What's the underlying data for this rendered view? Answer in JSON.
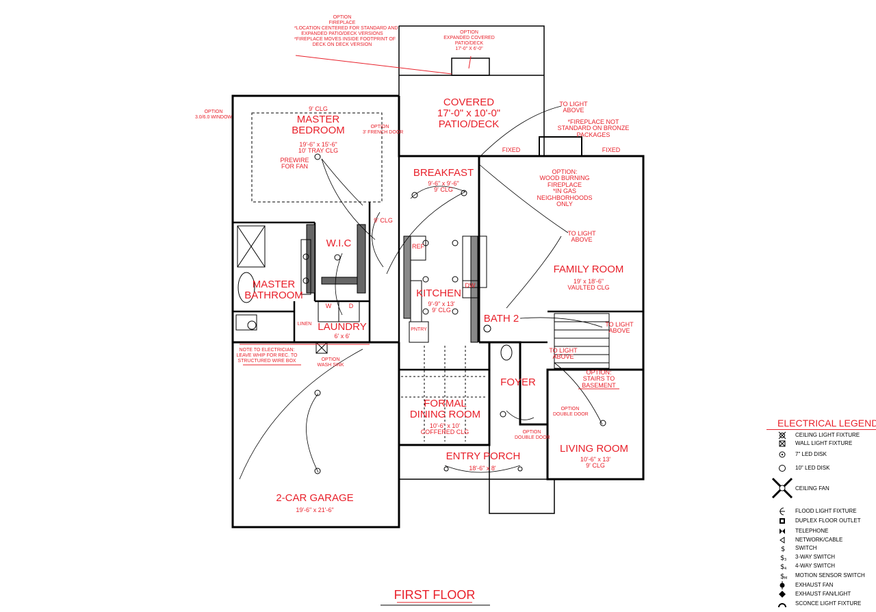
{
  "rooms": {
    "master_bedroom": {
      "name_line1": "MASTER",
      "name_line2": "BEDROOM",
      "dims": "19'-6\" x 15'-6\"",
      "ceiling": "10' TRAY CLG",
      "prewire1": "PREWIRE",
      "prewire2": "FOR FAN",
      "clg_note": "9' CLG"
    },
    "covered_patio": {
      "name": "COVERED",
      "dims": "17'-0\" x 10'-0\"",
      "name2": "PATIO/DECK"
    },
    "breakfast": {
      "name": "BREAKFAST",
      "dims": "9'-6\" x 9'-6\"",
      "ceiling": "9' CLG"
    },
    "wic": {
      "name": "W.I.C"
    },
    "master_bathroom": {
      "name_line1": "MASTER",
      "name_line2": "BATHROOM"
    },
    "laundry": {
      "name": "LAUNDRY",
      "dims": "6' x 6'",
      "w": "W",
      "d": "D",
      "linen": "LINEN"
    },
    "kitchen": {
      "name": "KITCHEN",
      "dims": "9'-9\" x 13'",
      "ceiling": "9' CLG",
      "ref": "REF",
      "dw": "DW",
      "pantry": "PNTRY"
    },
    "family_room": {
      "name": "FAMILY ROOM",
      "dims": "19' x 18'-6\"",
      "ceiling": "VAULTED CLG"
    },
    "bath2": {
      "name": "BATH 2"
    },
    "foyer": {
      "name": "FOYER"
    },
    "formal_dining": {
      "name_line1": "FORMAL",
      "name_line2": "DINING ROOM",
      "dims": "10'-6\" x 10'",
      "ceiling": "COFFERED CLG"
    },
    "entry_porch": {
      "name": "ENTRY PORCH",
      "dims": "18'-6\" x 8'"
    },
    "living_room": {
      "name": "LIVING ROOM",
      "dims": "10'-6\" x 13'",
      "ceiling": "9' CLG"
    },
    "garage": {
      "name": "2-CAR GARAGE",
      "dims": "19'-6\" x 21'-6\""
    }
  },
  "notes": {
    "fireplace_option": [
      "OPTION",
      "FIREPLACE",
      "*LOCATION CENTERED FOR STANDARD AND",
      "EXPANDED PATIO/DECK VERSIONS",
      "*FIREPLACE MOVES INSIDE FOOTPRINT OF",
      "DECK ON DECK VERSION"
    ],
    "expanded_patio": [
      "OPTION",
      "EXPANDED COVERED",
      "PATIO/DECK",
      "17'-0\" X 6'-0\""
    ],
    "window_option": [
      "OPTION",
      "3.0/6.0 WINDOW"
    ],
    "french_door": [
      "OPTION",
      "3' FRENCH DOOR"
    ],
    "to_light_above": [
      "TO LIGHT",
      "ABOVE"
    ],
    "fireplace_not_standard": [
      "*FIREPLACE NOT",
      "STANDARD ON BRONZE",
      "PACKAGES"
    ],
    "fixed": "FIXED",
    "wood_fireplace": [
      "OPTION:",
      "WOOD BURNING",
      "FIREPLACE",
      "*IN GAS",
      "NEIGHBORHOODS",
      "ONLY"
    ],
    "electrician": [
      "NOTE TO ELECTRICIAN:",
      "LEAVE WHIP FOR REC. TO",
      "STRUCTURED WIRE BOX"
    ],
    "stairs": [
      "OPTION:",
      "STAIRS TO",
      "BASEMENT"
    ],
    "double_door_1": [
      "OPTION",
      "DOUBLE DOOR"
    ],
    "double_door_2": [
      "OPTION",
      "DOUBLE DOOR"
    ],
    "small_option": [
      "OPTION",
      "WASH SINK"
    ]
  },
  "legend": {
    "title": "ELECTRICAL LEGEND",
    "items": [
      {
        "label": "CEILING LIGHT FIXTURE",
        "icon": "ceiling-light-icon"
      },
      {
        "label": "WALL LIGHT FIXTURE",
        "icon": "wall-light-icon"
      },
      {
        "label": "7\" LED DISK",
        "icon": "led-disk-7-icon"
      },
      {
        "label": "10\" LED DISK",
        "icon": "led-disk-10-icon"
      },
      {
        "label": "CEILING FAN",
        "icon": "ceiling-fan-icon"
      },
      {
        "label": "FLOOD LIGHT FIXTURE",
        "icon": "flood-light-icon"
      },
      {
        "label": "DUPLEX FLOOR OUTLET",
        "icon": "floor-outlet-icon"
      },
      {
        "label": "TELEPHONE",
        "icon": "telephone-icon"
      },
      {
        "label": "NETWORK/CABLE",
        "icon": "network-cable-icon"
      },
      {
        "label": "SWITCH",
        "icon": "switch-icon"
      },
      {
        "label": "3-WAY SWITCH",
        "icon": "three-way-switch-icon"
      },
      {
        "label": "4-WAY SWITCH",
        "icon": "four-way-switch-icon"
      },
      {
        "label": "MOTION SENSOR SWITCH",
        "icon": "motion-switch-icon"
      },
      {
        "label": "EXHAUST FAN",
        "icon": "exhaust-fan-icon"
      },
      {
        "label": "EXHAUST FAN/LIGHT",
        "icon": "exhaust-fan-light-icon"
      },
      {
        "label": "SCONCE LIGHT FIXTURE",
        "icon": "sconce-light-icon"
      }
    ]
  },
  "floor_title": "FIRST FLOOR",
  "colors": {
    "annotation": "#e8202a",
    "wall": "#000000",
    "text": "#000000"
  }
}
